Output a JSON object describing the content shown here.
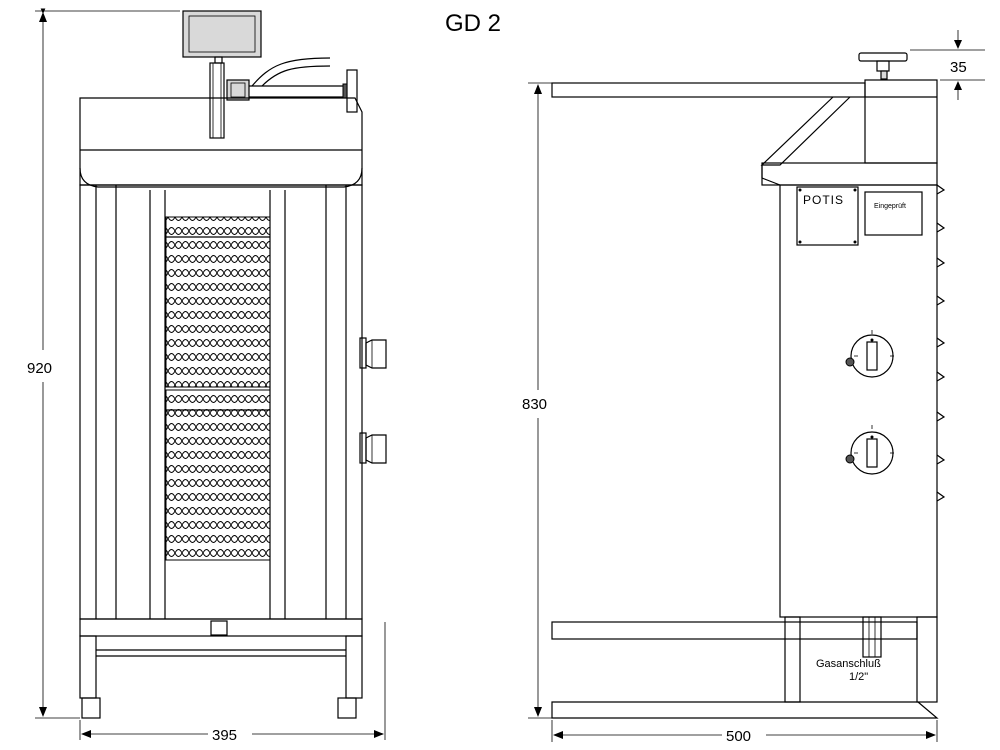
{
  "title": "GD 2",
  "dimensions": {
    "front_height": "920",
    "front_width": "395",
    "side_height": "830",
    "side_width": "500",
    "top_offset": "35"
  },
  "labels": {
    "brand_plate": "POTIS",
    "ignition_label": "Eingeprüft",
    "gas_connection_line1": "Gasanschluß",
    "gas_connection_line2": "1/2\""
  }
}
